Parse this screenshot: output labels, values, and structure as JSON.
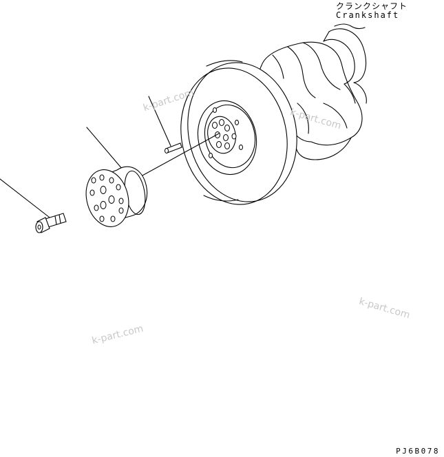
{
  "title_jp": "クランクシャフト",
  "title_en": "Crankshaft",
  "drawing_code": "PJ6B078",
  "watermark": "k-part.com",
  "colors": {
    "line": "#000000",
    "background": "#ffffff",
    "watermark": "#c8c8c8"
  }
}
